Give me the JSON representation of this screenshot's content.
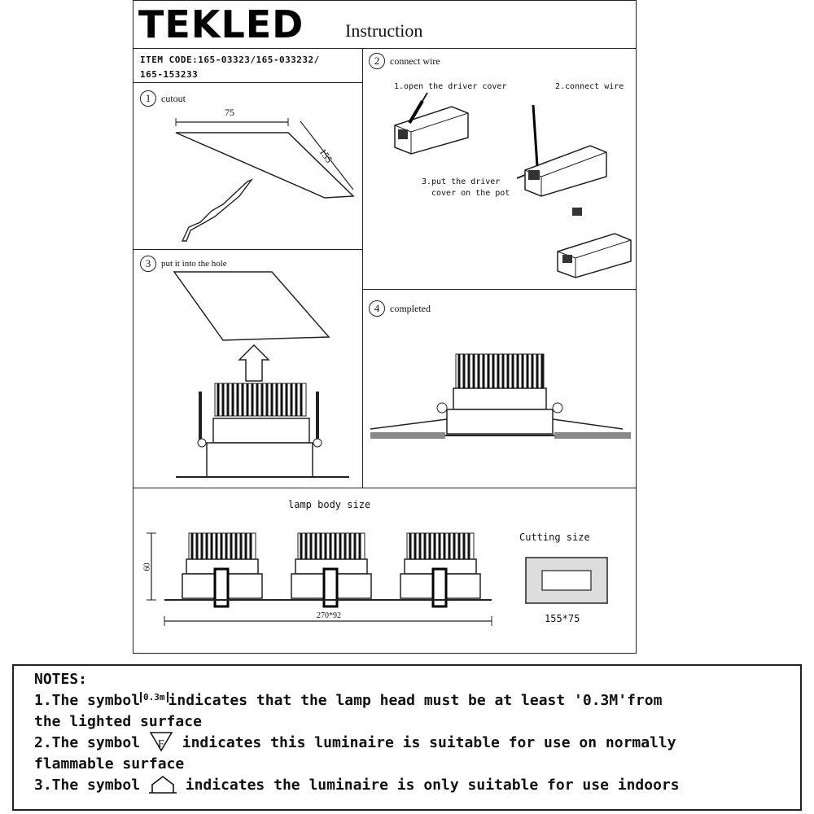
{
  "header": {
    "brand": "TEKLED",
    "title": "Instruction"
  },
  "item_code": {
    "line1": "ITEM CODE:165-03323/165-033232/",
    "line2": "165-153233"
  },
  "steps": {
    "cutout": {
      "num": "1",
      "label": "cutout",
      "width_dim": "75",
      "length_dim": "155"
    },
    "connect_wire": {
      "num": "2",
      "label": "connect wire",
      "sub1": "1.open the driver cover",
      "sub2": "2.connect wire",
      "sub3_line1": "3.put the driver",
      "sub3_line2": "cover on the pot"
    },
    "put_into_hole": {
      "num": "3",
      "label": "put it into the hole"
    },
    "completed": {
      "num": "4",
      "label": "completed"
    }
  },
  "dimensions": {
    "lamp_body_title": "lamp body size",
    "height": "60",
    "width": "270*92",
    "cutting_title": "Cutting size",
    "cutting_value": "155*75"
  },
  "notes": {
    "heading": "NOTES:",
    "n1_prefix": "1.The symbol",
    "n1_symbol": "0.3m",
    "n1_text": "indicates that the lamp head must be at least '0.3M'from",
    "n1_cont": "the lighted surface",
    "n2_prefix": "2.The symbol",
    "n2_symbol": "F",
    "n2_text": "indicates this luminaire is suitable for use on normally",
    "n2_cont": "flammable surface",
    "n3_prefix": "3.The symbol",
    "n3_text": "indicates the luminaire is only suitable for use indoors"
  }
}
